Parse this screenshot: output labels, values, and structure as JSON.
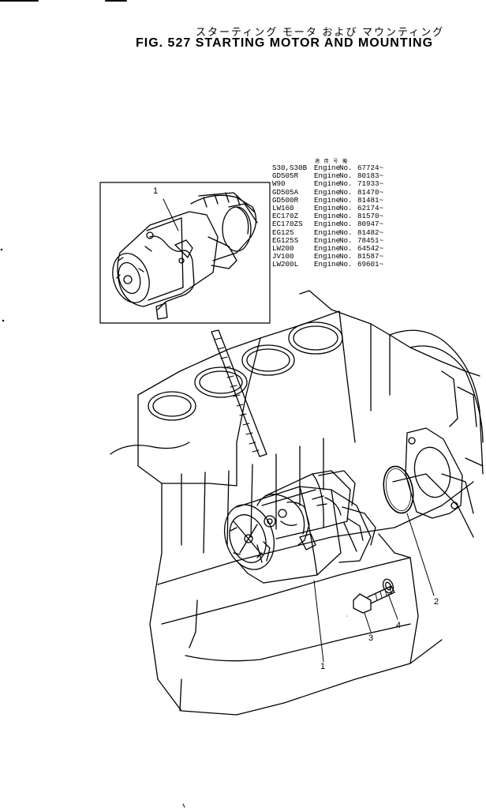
{
  "header": {
    "title_jp": "スターティング モータ および マウンティング",
    "title_en": "FIG. 527  STARTING MOTOR AND MOUNTING"
  },
  "applicability": {
    "header": "適 用 号 機",
    "rows": [
      {
        "model": "S30,S30B",
        "engine": "Engine",
        "no": "No.",
        "serial": "67724~"
      },
      {
        "model": "GD505R",
        "engine": "Engine",
        "no": "No.",
        "serial": "80183~"
      },
      {
        "model": "W90",
        "engine": "Engine",
        "no": "No.",
        "serial": "71933~"
      },
      {
        "model": "GD505A",
        "engine": "Engine",
        "no": "No.",
        "serial": "81470~"
      },
      {
        "model": "GD500R",
        "engine": "Engine",
        "no": "No.",
        "serial": "81481~"
      },
      {
        "model": "LW160",
        "engine": "Engine",
        "no": "No.",
        "serial": "62174~"
      },
      {
        "model": "EC170Z",
        "engine": "Engine",
        "no": "No.",
        "serial": "81570~"
      },
      {
        "model": "EC170ZS",
        "engine": "Engine",
        "no": "No.",
        "serial": "80947~"
      },
      {
        "model": "EG125",
        "engine": "Engine",
        "no": "No.",
        "serial": "81482~"
      },
      {
        "model": "EG125S",
        "engine": "Engine",
        "no": "No.",
        "serial": "78451~"
      },
      {
        "model": "LW200",
        "engine": "Engine",
        "no": "No.",
        "serial": "64542~"
      },
      {
        "model": "JV100",
        "engine": "Engine",
        "no": "No.",
        "serial": "81587~"
      },
      {
        "model": "LW200L",
        "engine": "Engine",
        "no": "No.",
        "serial": "69601~"
      }
    ]
  },
  "callouts": {
    "inset_part": "1",
    "starting_motor": "1",
    "o_ring": "2",
    "bolt": "3",
    "washer": "4"
  }
}
